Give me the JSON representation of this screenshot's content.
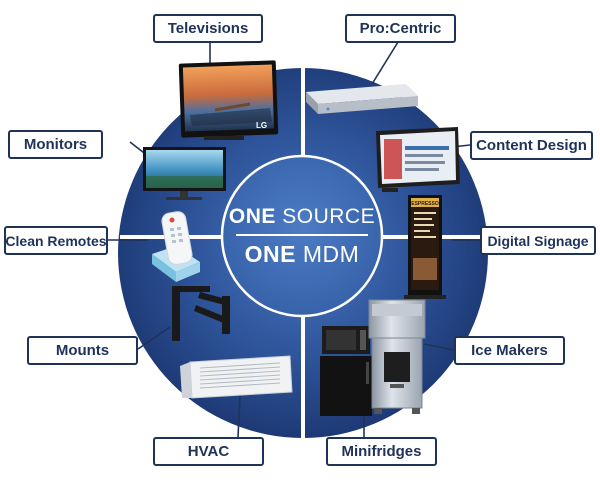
{
  "center": {
    "line1_bold": "ONE",
    "line1_light": "SOURCE",
    "line2_bold": "ONE",
    "line2_light": "MDM"
  },
  "labels": {
    "televisions": "Televisions",
    "procentric": "Pro:Centric",
    "monitors": "Monitors",
    "content_design": "Content Design",
    "clean_remotes": "Clean Remotes",
    "digital_signage": "Digital Signage",
    "mounts": "Mounts",
    "ice_makers": "Ice Makers",
    "hvac": "HVAC",
    "minifridges": "Minifridges"
  },
  "product_text": {
    "tv_brand": "LG",
    "signage_header": "ESPRESSO"
  },
  "colors": {
    "navy": "#1f3358",
    "disc_inner": "#3a63a6",
    "disc_outer": "#1d3a73",
    "center_circle": "#3f6cb4"
  }
}
